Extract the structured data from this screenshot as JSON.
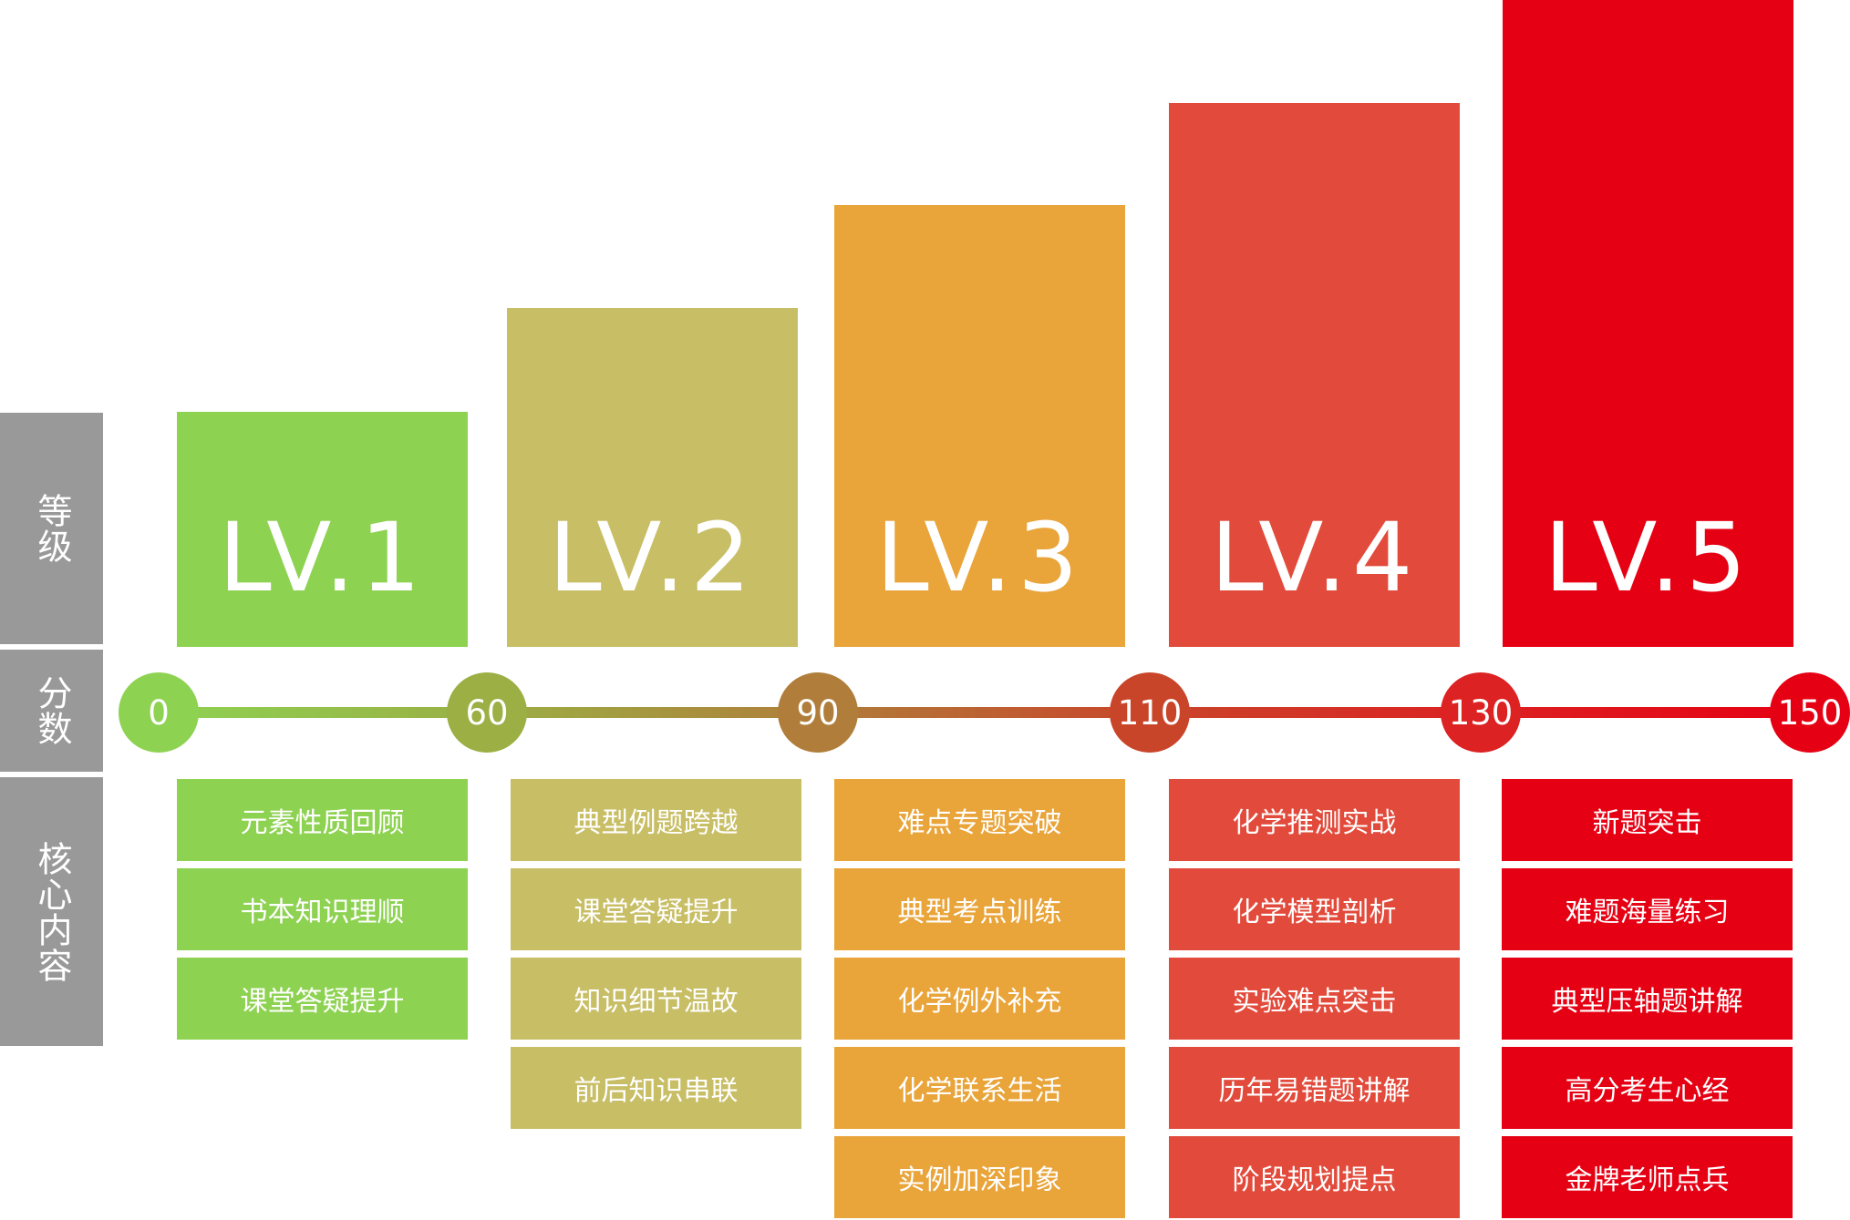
{
  "sidebar": {
    "grade_label": "等级",
    "score_label": "分数",
    "content_label": "核心内容"
  },
  "levels": [
    {
      "label": "LV.1",
      "color": "#8ED252",
      "content": [
        "元素性质回顾",
        "书本知识理顺",
        "课堂答疑提升"
      ]
    },
    {
      "label": "LV.2",
      "color": "#C8BE65",
      "content": [
        "典型例题跨越",
        "课堂答疑提升",
        "知识细节温故",
        "前后知识串联"
      ]
    },
    {
      "label": "LV.3",
      "color": "#E9A43A",
      "content": [
        "难点专题突破",
        "典型考点训练",
        "化学例外补充",
        "化学联系生活",
        "实例加深印象"
      ]
    },
    {
      "label": "LV.4",
      "color": "#E24B3C",
      "content": [
        "化学推测实战",
        "化学模型剖析",
        "实验难点突击",
        "历年易错题讲解",
        "阶段规划提点"
      ]
    },
    {
      "label": "LV.5",
      "color": "#E60013",
      "content": [
        "新题突击",
        "难题海量练习",
        "典型压轴题讲解",
        "高分考生心经",
        "金牌老师点兵"
      ]
    }
  ],
  "scores": [
    {
      "value": "0",
      "color": "#8ED252"
    },
    {
      "value": "60",
      "color": "#9BAF45"
    },
    {
      "value": "90",
      "color": "#B07E3A"
    },
    {
      "value": "110",
      "color": "#C9452A"
    },
    {
      "value": "130",
      "color": "#DC2222"
    },
    {
      "value": "150",
      "color": "#E60013"
    }
  ]
}
